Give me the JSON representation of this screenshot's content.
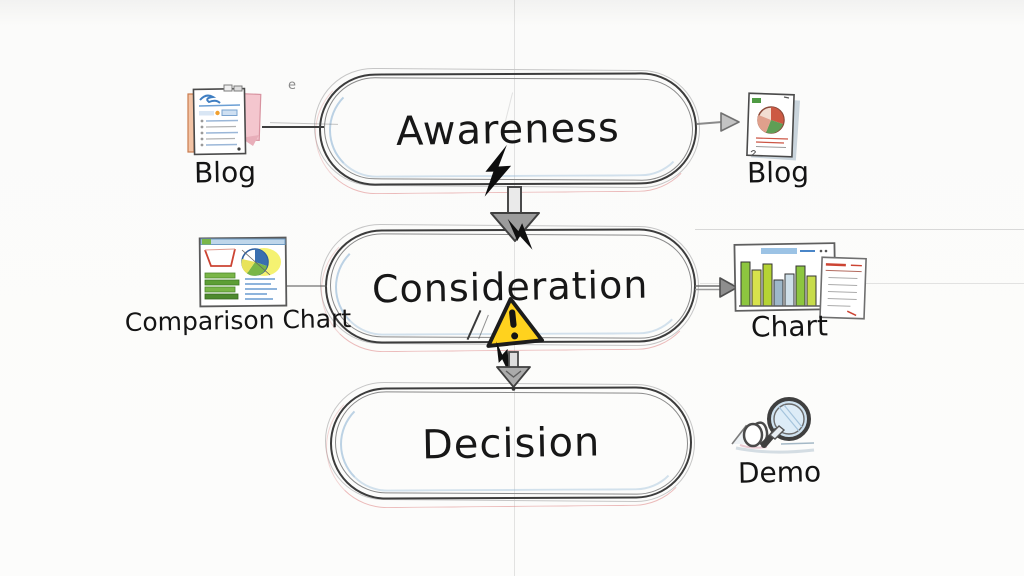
{
  "funnel": {
    "stages": [
      {
        "id": "awareness",
        "label": "Awareness"
      },
      {
        "id": "consideration",
        "label": "Consideration"
      },
      {
        "id": "decision",
        "label": "Decision"
      }
    ]
  },
  "assets": {
    "left": [
      {
        "id": "blog-left",
        "label": "Blog",
        "icon": "blog-document-icon",
        "connects_to": "awareness"
      },
      {
        "id": "comparison-chart",
        "label": "Comparison Chart",
        "icon": "comparison-dashboard-icon",
        "connects_to": "consideration"
      }
    ],
    "right": [
      {
        "id": "blog-right",
        "label": "Blog",
        "icon": "blog-report-icon",
        "connects_from": "awareness"
      },
      {
        "id": "chart",
        "label": "Chart",
        "icon": "bar-chart-window-icon",
        "connects_from": "consideration"
      },
      {
        "id": "demo",
        "label": "Demo",
        "icon": "magnifier-demo-icon",
        "connects_from": "decision"
      }
    ]
  },
  "markers": {
    "bolt_icon": "lightning-bolt-icon",
    "warning_icon": "warning-triangle-icon",
    "down_arrow_icon": "down-arrow-icon"
  },
  "annotations": {
    "stray_mark": "e"
  },
  "colors": {
    "ink": "#3c3c3c",
    "arrow_gray": "#8e8e8e",
    "warning_yellow": "#ffd21e",
    "accent_blue": "#7da8cd",
    "accent_pink": "#db7b7b",
    "accent_green": "#7ab648",
    "accent_red": "#cc4433",
    "background": "#fcfcfb"
  }
}
